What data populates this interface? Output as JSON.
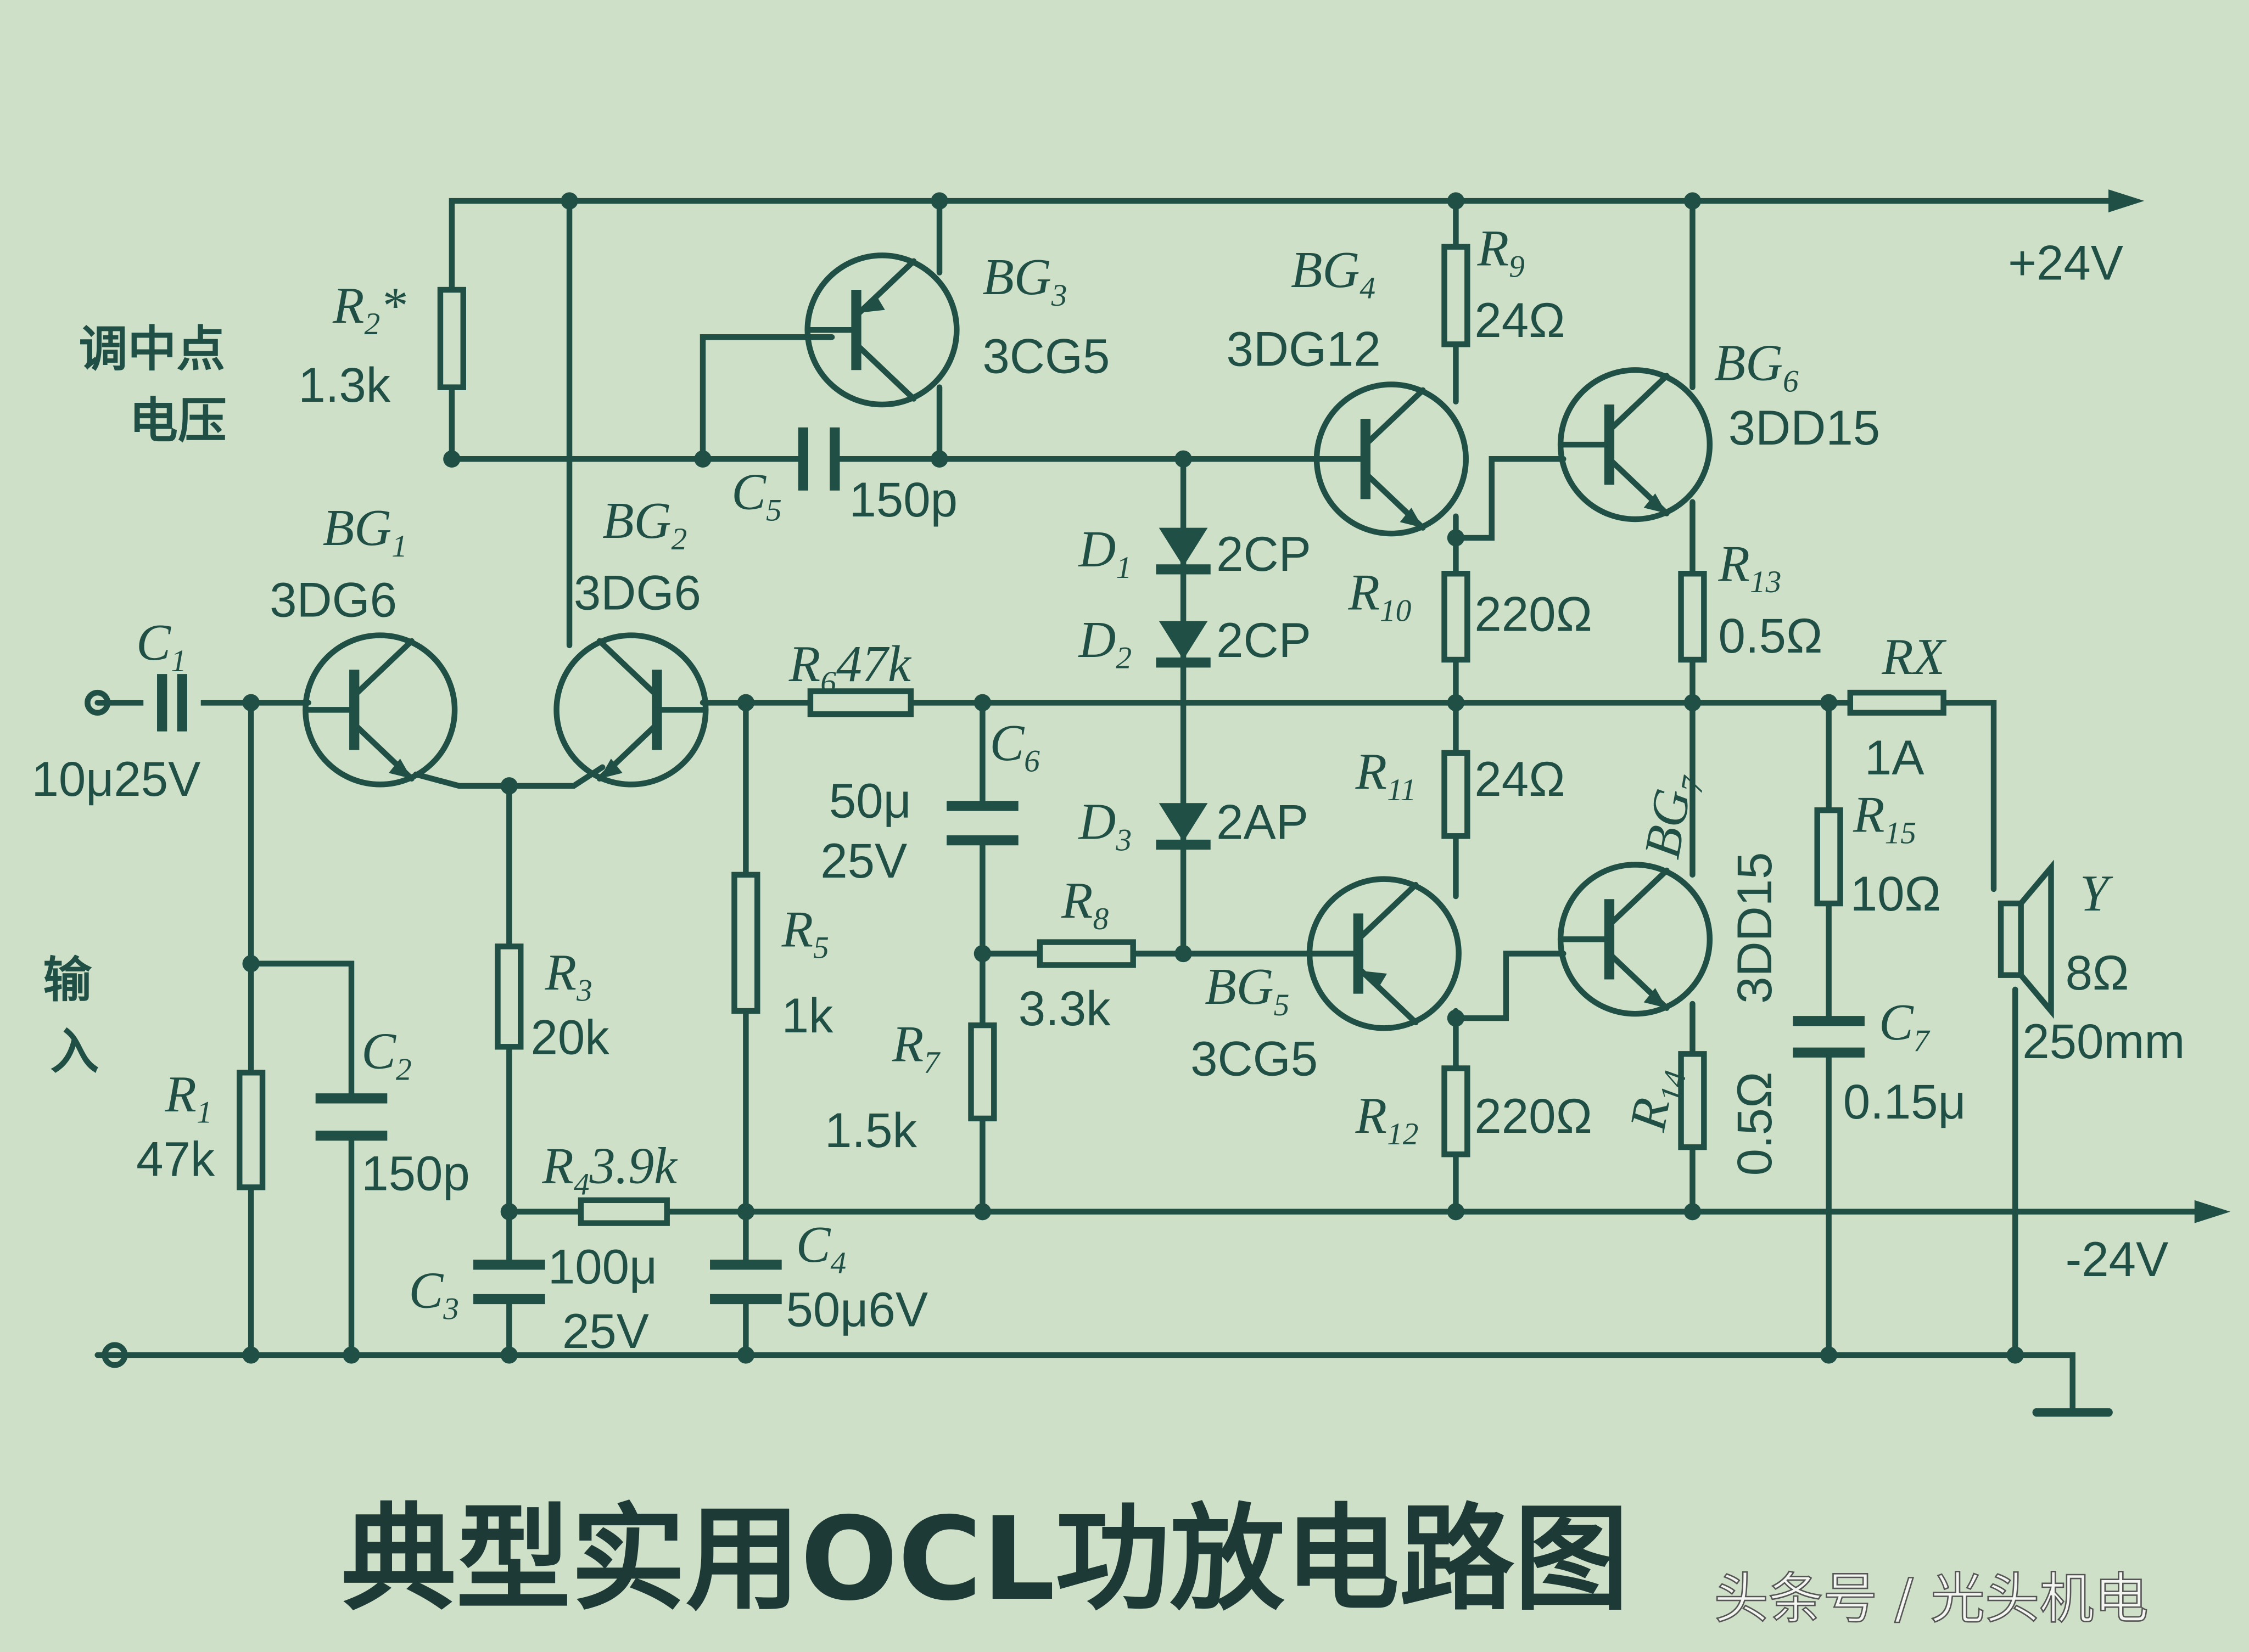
{
  "colors": {
    "paper": "#cfe0c8",
    "ink": "#1f4f45"
  },
  "labels": {
    "adjust_midpoint": [
      "调中点",
      "电压"
    ],
    "input": [
      "输",
      "入"
    ],
    "vplus": "+24V",
    "vminus": "-24V"
  },
  "transistors": {
    "BG1": {
      "letter": "BG",
      "sub": "1",
      "model": "3DG6"
    },
    "BG2": {
      "letter": "BG",
      "sub": "2",
      "model": "3DG6"
    },
    "BG3": {
      "letter": "BG",
      "sub": "3",
      "model": "3CG5"
    },
    "BG4": {
      "letter": "BG",
      "sub": "4",
      "model": "3DG12"
    },
    "BG5": {
      "letter": "BG",
      "sub": "5",
      "model": "3CG5"
    },
    "BG6": {
      "letter": "BG",
      "sub": "6",
      "model": "3DD15"
    },
    "BG7": {
      "letter": "BG",
      "sub": "7",
      "model": "3DD15"
    }
  },
  "resistors": {
    "R1": {
      "sub": "1",
      "value": "47k"
    },
    "R2": {
      "sub": "2",
      "mark": "*",
      "value": "1.3k"
    },
    "R3": {
      "sub": "3",
      "value": "20k"
    },
    "R4": {
      "sub": "4",
      "value": "3.9k"
    },
    "R5": {
      "sub": "5",
      "value": "1k"
    },
    "R6": {
      "sub": "6",
      "value": "47k"
    },
    "R7": {
      "sub": "7",
      "value": "1.5k"
    },
    "R8": {
      "sub": "8",
      "value": "3.3k"
    },
    "R9": {
      "sub": "9",
      "value": "24Ω"
    },
    "R10": {
      "sub": "10",
      "value": "220Ω"
    },
    "R11": {
      "sub": "11",
      "value": "24Ω"
    },
    "R12": {
      "sub": "12",
      "value": "220Ω"
    },
    "R13": {
      "sub": "13",
      "value": "0.5Ω"
    },
    "R14": {
      "sub": "14",
      "value": "0.5Ω"
    },
    "R15": {
      "sub": "15",
      "value": "10Ω"
    }
  },
  "capacitors": {
    "C1": {
      "sub": "1",
      "value": "10μ25V"
    },
    "C2": {
      "sub": "2",
      "value": "150p"
    },
    "C3": {
      "sub": "3",
      "value": [
        "100μ",
        "25V"
      ]
    },
    "C4": {
      "sub": "4",
      "value": "50μ6V"
    },
    "C5": {
      "sub": "5",
      "value": "150p"
    },
    "C6": {
      "sub": "6",
      "value": [
        "50μ",
        "25V"
      ]
    },
    "C7": {
      "sub": "7",
      "value": "0.15μ"
    }
  },
  "diodes": {
    "D1": {
      "sub": "1",
      "model": "2CP"
    },
    "D2": {
      "sub": "2",
      "model": "2CP"
    },
    "D3": {
      "sub": "3",
      "model": "2AP"
    }
  },
  "fuse": {
    "name": "RX",
    "value": "1A"
  },
  "speaker": {
    "name": "Y",
    "impedance": "8Ω",
    "size": "250mm"
  },
  "caption": "典型实用OCL功放电路图",
  "watermark": "头条号 / 光头机电"
}
